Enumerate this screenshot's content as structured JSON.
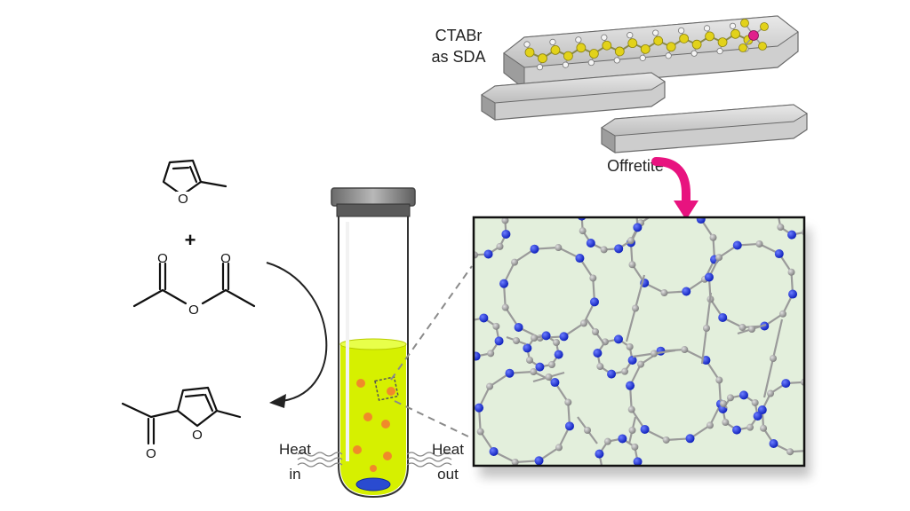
{
  "labels": {
    "sda_line1": "CTABr",
    "sda_line2": "as SDA",
    "framework": "Offretite",
    "heat_in_line1": "Heat",
    "heat_in_line2": "in",
    "heat_out_line1": "Heat",
    "heat_out_line2": "out",
    "plus": "+"
  },
  "atoms": {
    "ring_oxygen": "O",
    "carbonyl_oxygen": "O"
  },
  "colors": {
    "arrow_magenta": "#e8137f",
    "solution_yellow": "#d6f000",
    "particle_orange": "#f08a2a",
    "stir_bar_blue": "#2a4bd0",
    "framework_background": "#e3efdc",
    "framework_node_blue": "#1a2fd6",
    "framework_bond_grey": "#9a9a9a",
    "channel_grey": "#cfcfcf",
    "sda_carbon_yellow": "#e2d21a"
  },
  "icons": {
    "reaction_arrow": "curved-arrow-icon",
    "framework_arrow": "down-arrow-icon",
    "vial": "test-tube-icon"
  }
}
